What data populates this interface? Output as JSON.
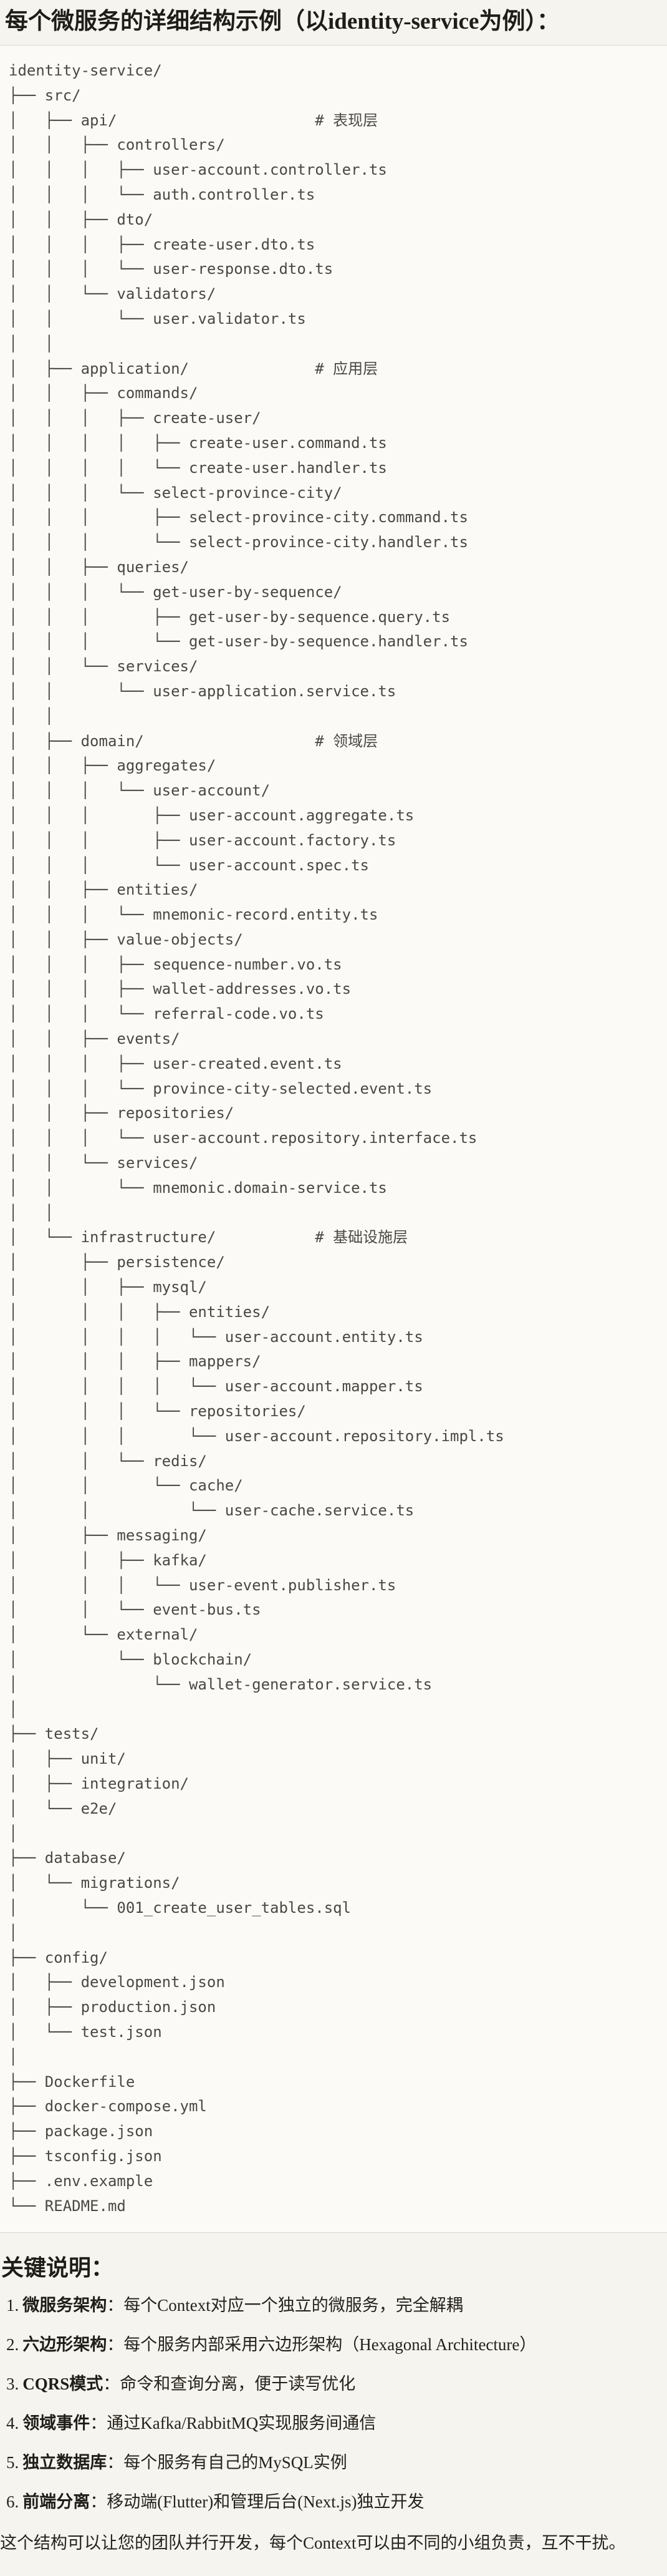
{
  "page": {
    "title": "每个微服务的详细结构示例（以identity-service为例）："
  },
  "tree": {
    "lines": [
      "identity-service/",
      "├── src/",
      "│   ├── api/                      # 表现层",
      "│   │   ├── controllers/",
      "│   │   │   ├── user-account.controller.ts",
      "│   │   │   └── auth.controller.ts",
      "│   │   ├── dto/",
      "│   │   │   ├── create-user.dto.ts",
      "│   │   │   └── user-response.dto.ts",
      "│   │   └── validators/",
      "│   │       └── user.validator.ts",
      "│   │",
      "│   ├── application/              # 应用层",
      "│   │   ├── commands/",
      "│   │   │   ├── create-user/",
      "│   │   │   │   ├── create-user.command.ts",
      "│   │   │   │   └── create-user.handler.ts",
      "│   │   │   └── select-province-city/",
      "│   │   │       ├── select-province-city.command.ts",
      "│   │   │       └── select-province-city.handler.ts",
      "│   │   ├── queries/",
      "│   │   │   └── get-user-by-sequence/",
      "│   │   │       ├── get-user-by-sequence.query.ts",
      "│   │   │       └── get-user-by-sequence.handler.ts",
      "│   │   └── services/",
      "│   │       └── user-application.service.ts",
      "│   │",
      "│   ├── domain/                   # 领域层",
      "│   │   ├── aggregates/",
      "│   │   │   └── user-account/",
      "│   │   │       ├── user-account.aggregate.ts",
      "│   │   │       ├── user-account.factory.ts",
      "│   │   │       └── user-account.spec.ts",
      "│   │   ├── entities/",
      "│   │   │   └── mnemonic-record.entity.ts",
      "│   │   ├── value-objects/",
      "│   │   │   ├── sequence-number.vo.ts",
      "│   │   │   ├── wallet-addresses.vo.ts",
      "│   │   │   └── referral-code.vo.ts",
      "│   │   ├── events/",
      "│   │   │   ├── user-created.event.ts",
      "│   │   │   └── province-city-selected.event.ts",
      "│   │   ├── repositories/",
      "│   │   │   └── user-account.repository.interface.ts",
      "│   │   └── services/",
      "│   │       └── mnemonic.domain-service.ts",
      "│   │",
      "│   └── infrastructure/           # 基础设施层",
      "│       ├── persistence/",
      "│       │   ├── mysql/",
      "│       │   │   ├── entities/",
      "│       │   │   │   └── user-account.entity.ts",
      "│       │   │   ├── mappers/",
      "│       │   │   │   └── user-account.mapper.ts",
      "│       │   │   └── repositories/",
      "│       │   │       └── user-account.repository.impl.ts",
      "│       │   └── redis/",
      "│       │       └── cache/",
      "│       │           └── user-cache.service.ts",
      "│       ├── messaging/",
      "│       │   ├── kafka/",
      "│       │   │   └── user-event.publisher.ts",
      "│       │   └── event-bus.ts",
      "│       └── external/",
      "│           └── blockchain/",
      "│               └── wallet-generator.service.ts",
      "│",
      "├── tests/",
      "│   ├── unit/",
      "│   ├── integration/",
      "│   └── e2e/",
      "│",
      "├── database/",
      "│   └── migrations/",
      "│       └── 001_create_user_tables.sql",
      "│",
      "├── config/",
      "│   ├── development.json",
      "│   ├── production.json",
      "│   └── test.json",
      "│",
      "├── Dockerfile",
      "├── docker-compose.yml",
      "├── package.json",
      "├── tsconfig.json",
      "├── .env.example",
      "└── README.md"
    ]
  },
  "notes": {
    "heading": "关键说明：",
    "items": [
      {
        "num": "1.",
        "label": "微服务架构",
        "text": "：每个Context对应一个独立的微服务，完全解耦"
      },
      {
        "num": "2.",
        "label": "六边形架构",
        "text": "：每个服务内部采用六边形架构（Hexagonal Architecture）"
      },
      {
        "num": "3.",
        "label": "CQRS模式",
        "text": "：命令和查询分离，便于读写优化"
      },
      {
        "num": "4.",
        "label": "领域事件",
        "text": "：通过Kafka/RabbitMQ实现服务间通信"
      },
      {
        "num": "5.",
        "label": "独立数据库",
        "text": "：每个服务有自己的MySQL实例"
      },
      {
        "num": "6.",
        "label": "前端分离",
        "text": "：移动端(Flutter)和管理后台(Next.js)独立开发"
      }
    ],
    "footer": "这个结构可以让您的团队并行开发，每个Context可以由不同的小组负责，互不干扰。"
  },
  "colors": {
    "page_bg": "#f6f4ee",
    "code_bg": "#fbfaf7",
    "code_border": "#d9d6cf",
    "tree_text": "#4a4841",
    "heading_text": "#1f1d18"
  }
}
